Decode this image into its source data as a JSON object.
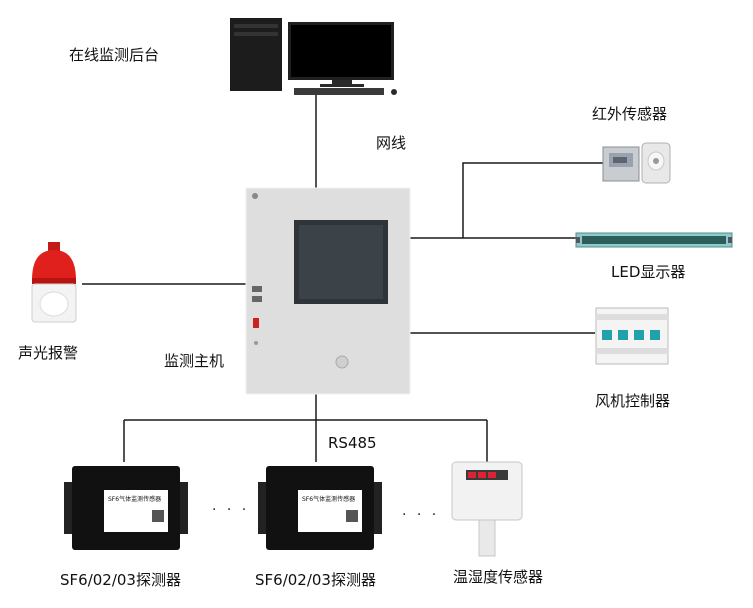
{
  "nodes": {
    "monitor_backend": "在线监测后台",
    "network": "网线",
    "ir_sensor": "红外传感器",
    "led_display": "LED显示器",
    "fan_controller": "风机控制器",
    "alarm": "声光报警",
    "host": "监测主机",
    "bus": "RS485",
    "detector_1": "SF6/02/03探测器",
    "detector_2": "SF6/02/03探测器",
    "th_sensor": "温湿度传感器"
  },
  "ellipsis": "· · ·",
  "device_text": {
    "detector_title": "SF6气体监测传感器"
  },
  "colors": {
    "wire": "#1a1a1a",
    "host_body": "#dedede",
    "screen": "#2f3438",
    "alarm_red": "#e0201c",
    "detector_body": "#111111",
    "led_frame": "#8fc9c9"
  },
  "edges": [
    [
      "monitor_backend",
      "host"
    ],
    [
      "host",
      "ir_sensor"
    ],
    [
      "host",
      "led_display"
    ],
    [
      "host",
      "fan_controller"
    ],
    [
      "host",
      "alarm"
    ],
    [
      "host",
      "detector_1"
    ],
    [
      "host",
      "detector_2"
    ],
    [
      "host",
      "th_sensor"
    ]
  ]
}
